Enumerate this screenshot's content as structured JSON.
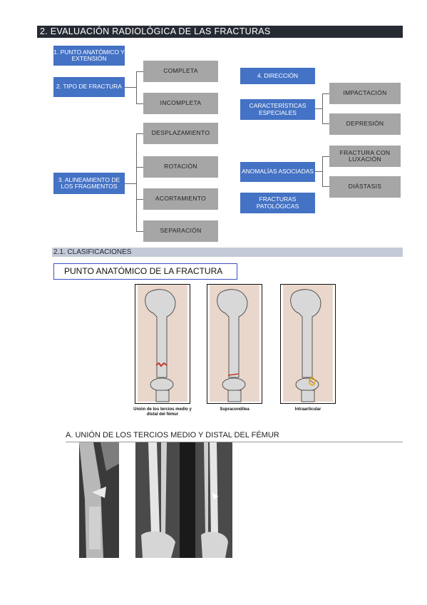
{
  "header": {
    "title": "2.  EVALUACIÓN RADIOLÓGICA DE LAS FRACTURAS"
  },
  "diagram": {
    "punto": "1. PUNTO ANATÓMICO Y EXTENSIÓN",
    "tipo": "2. TIPO DE FRACTURA",
    "completa": "COMPLETA",
    "incompleta": "INCOMPLETA",
    "alineamiento": "3. ALINEAMIENTO DE LOS FRAGMENTOS",
    "desplazamiento": "DESPLAZAMIENTO",
    "rotacion": "ROTACIÓN",
    "acortamiento": "ACORTAMIENTO",
    "separacion": "SEPARACIÓN",
    "direccion": "4. DIRECCIÓN",
    "caracteristicas": "CARACTERÍSTICAS ESPECIALES",
    "impactacion": "IMPACTACIÓN",
    "depresion": "DEPRESIÓN",
    "anomalias": "ANOMALÍAS ASOCIADAS",
    "luxacion": "FRACTURA CON LUXACIÓN",
    "diastasis": "DIÁSTASIS",
    "patologicas": "FRACTURAS PATOLÓGICAS"
  },
  "section": {
    "title": "2.1. CLASIFICACIONES"
  },
  "box": {
    "title": "PUNTO ANATÓMICO DE LA FRACTURA"
  },
  "figures": {
    "cap1": "Unión de los tercios medio y distal del fémur",
    "cap2": "Supracondílea",
    "cap3": "Intraarticular"
  },
  "subsection": {
    "title": "A.  UNIÓN DE LOS TERCIOS MEDIO Y DISTAL DEL FÉMUR"
  },
  "colors": {
    "header_bg": "#262b33",
    "blue_box": "#4472c4",
    "gray_box": "#a6a6a6",
    "sub_bg": "#c5cad6",
    "frame": "#3b4fc4"
  }
}
